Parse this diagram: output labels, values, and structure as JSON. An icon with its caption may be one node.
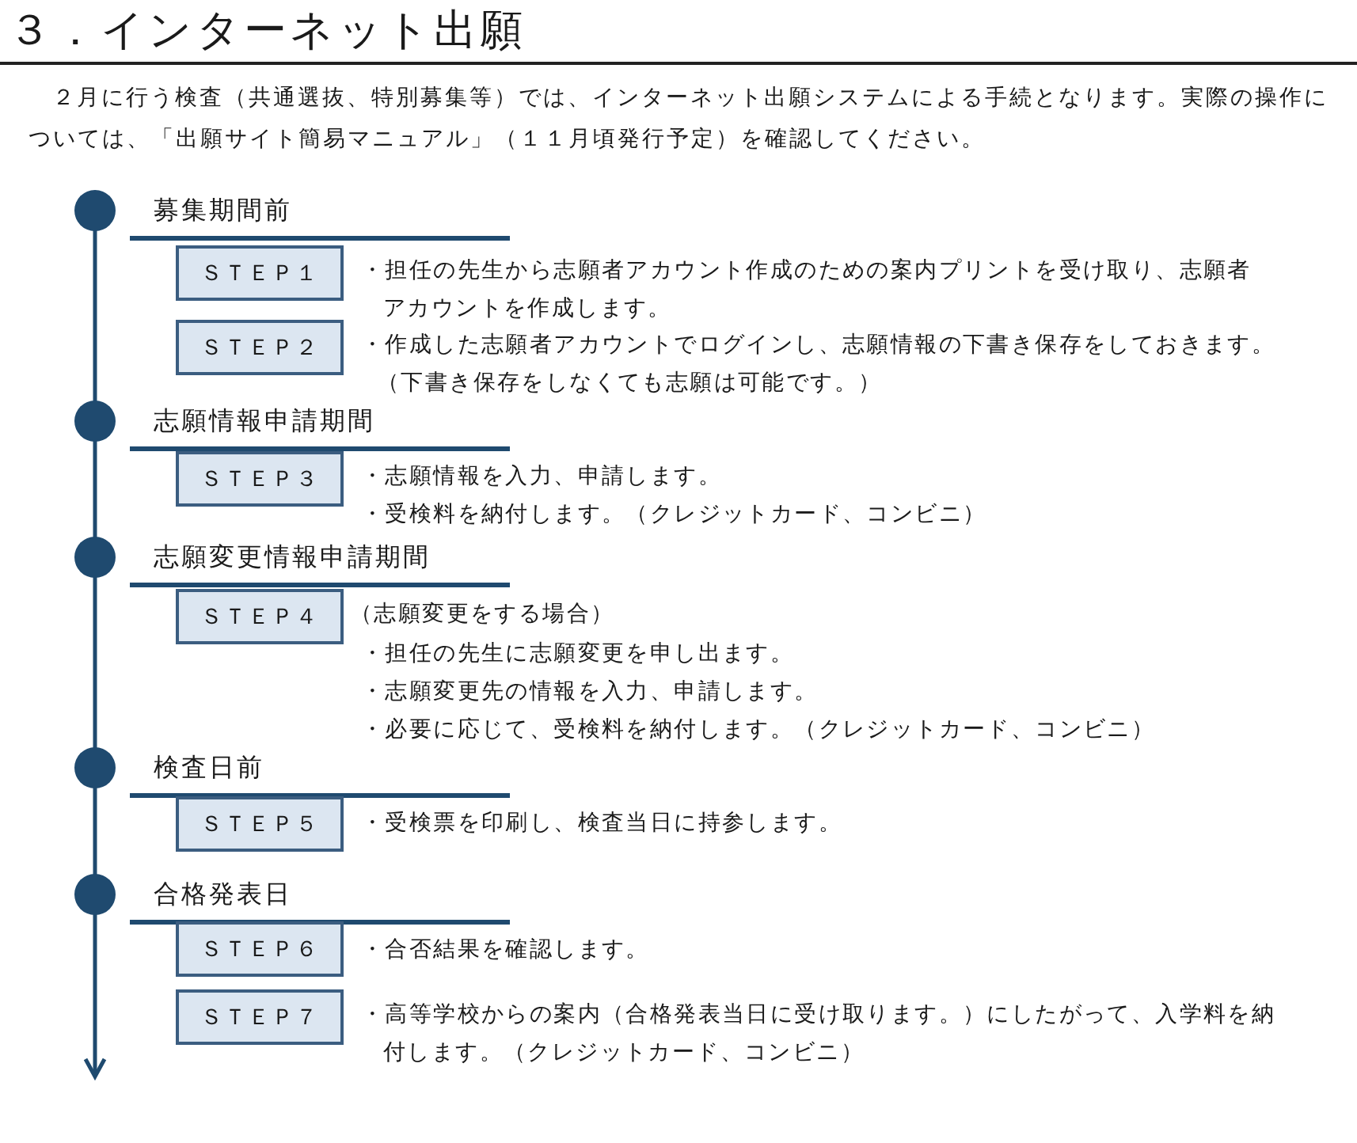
{
  "diagram": {
    "title": "３．インターネット出願",
    "nodes": [
      {
        "text": [
          "募集期間前"
        ]
      },
      {
        "text": [
          "ＳＴＥＰ１"
        ],
        "beside": [
          "・担任の先生から志願者アカウント作成のための案内プリントを受け取り、志願者アカウントを作成します。"
        ]
      },
      {
        "text": [
          "ＳＴＥＰ２"
        ],
        "beside": [
          "・作成した志願者アカウントでログインし、志願情報の下書き保存をしておきます。",
          "（下書き保存をしなくても志願は可能です。）"
        ]
      },
      {
        "text": [
          "志願情報申請期間"
        ]
      },
      {
        "text": [
          "ＳＴＥＰ３"
        ],
        "beside": [
          "・志願情報を入力、申請します。",
          "・受検料を納付します。（クレジットカード、コンビニ）"
        ]
      },
      {
        "text": [
          "志願変更情報申請期間"
        ]
      },
      {
        "text": [
          "ＳＴＥＰ４"
        ],
        "beside": [
          "（志願変更をする場合）",
          "・担任の先生に志願変更を申し出ます。",
          "・志願変更先の情報を入力、申請します。",
          "・必要に応じて、受検料を納付します。（クレジットカード、コンビニ）"
        ]
      },
      {
        "text": [
          "検査日前"
        ]
      },
      {
        "text": [
          "ＳＴＥＰ５"
        ],
        "beside": [
          "・受検票を印刷し、検査当日に持参します。"
        ]
      },
      {
        "text": [
          "合格発表日"
        ]
      },
      {
        "text": [
          "ＳＴＥＰ６"
        ],
        "beside": [
          "・合否結果を確認します。"
        ]
      },
      {
        "text": [
          "ＳＴＥＰ７"
        ],
        "beside": [
          "・高等学校からの案内（合格発表当日に受け取ります。）にしたがって、入学料を納付します。（クレジットカード、コンビニ）"
        ]
      }
    ],
    "labels": [
      "２月に行う検査（共通選抜、特別募集等）では、インターネット出願システムによる手続となります。実際の操作については、「出願サイト簡易マニュアル」（１１月頃発行予定）を確認してください。"
    ]
  }
}
